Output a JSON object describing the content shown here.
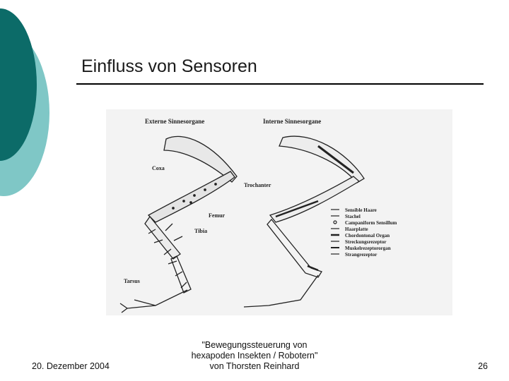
{
  "slide": {
    "title": "Einfluss von Sensoren",
    "colors": {
      "teal_dark": "#0c6b68",
      "teal_light": "#7fc7c6",
      "rule": "#000000"
    }
  },
  "figure": {
    "heading_left": "Externe Sinnesorgane",
    "heading_right": "Interne Sinnesorgane",
    "left_labels": {
      "coxa": "Coxa",
      "trochanter": "Trochanter",
      "femur": "Femur",
      "tibia": "Tibia",
      "tarsus": "Tarsus"
    },
    "legend": [
      "Sensible Haare",
      "Stachel",
      "Campaniform Sensillum",
      "Haarplatte",
      "Chordontonal Organ",
      "Streckungsrezeptor",
      "Muskelrezeptororgan",
      "Strangrezeptor"
    ]
  },
  "footer": {
    "date": "20. Dezember 2004",
    "line1": "\"Bewegungssteuerung von",
    "line2": "hexapoden Insekten / Robotern\"",
    "line3": "von Thorsten Reinhard",
    "page": "26"
  }
}
